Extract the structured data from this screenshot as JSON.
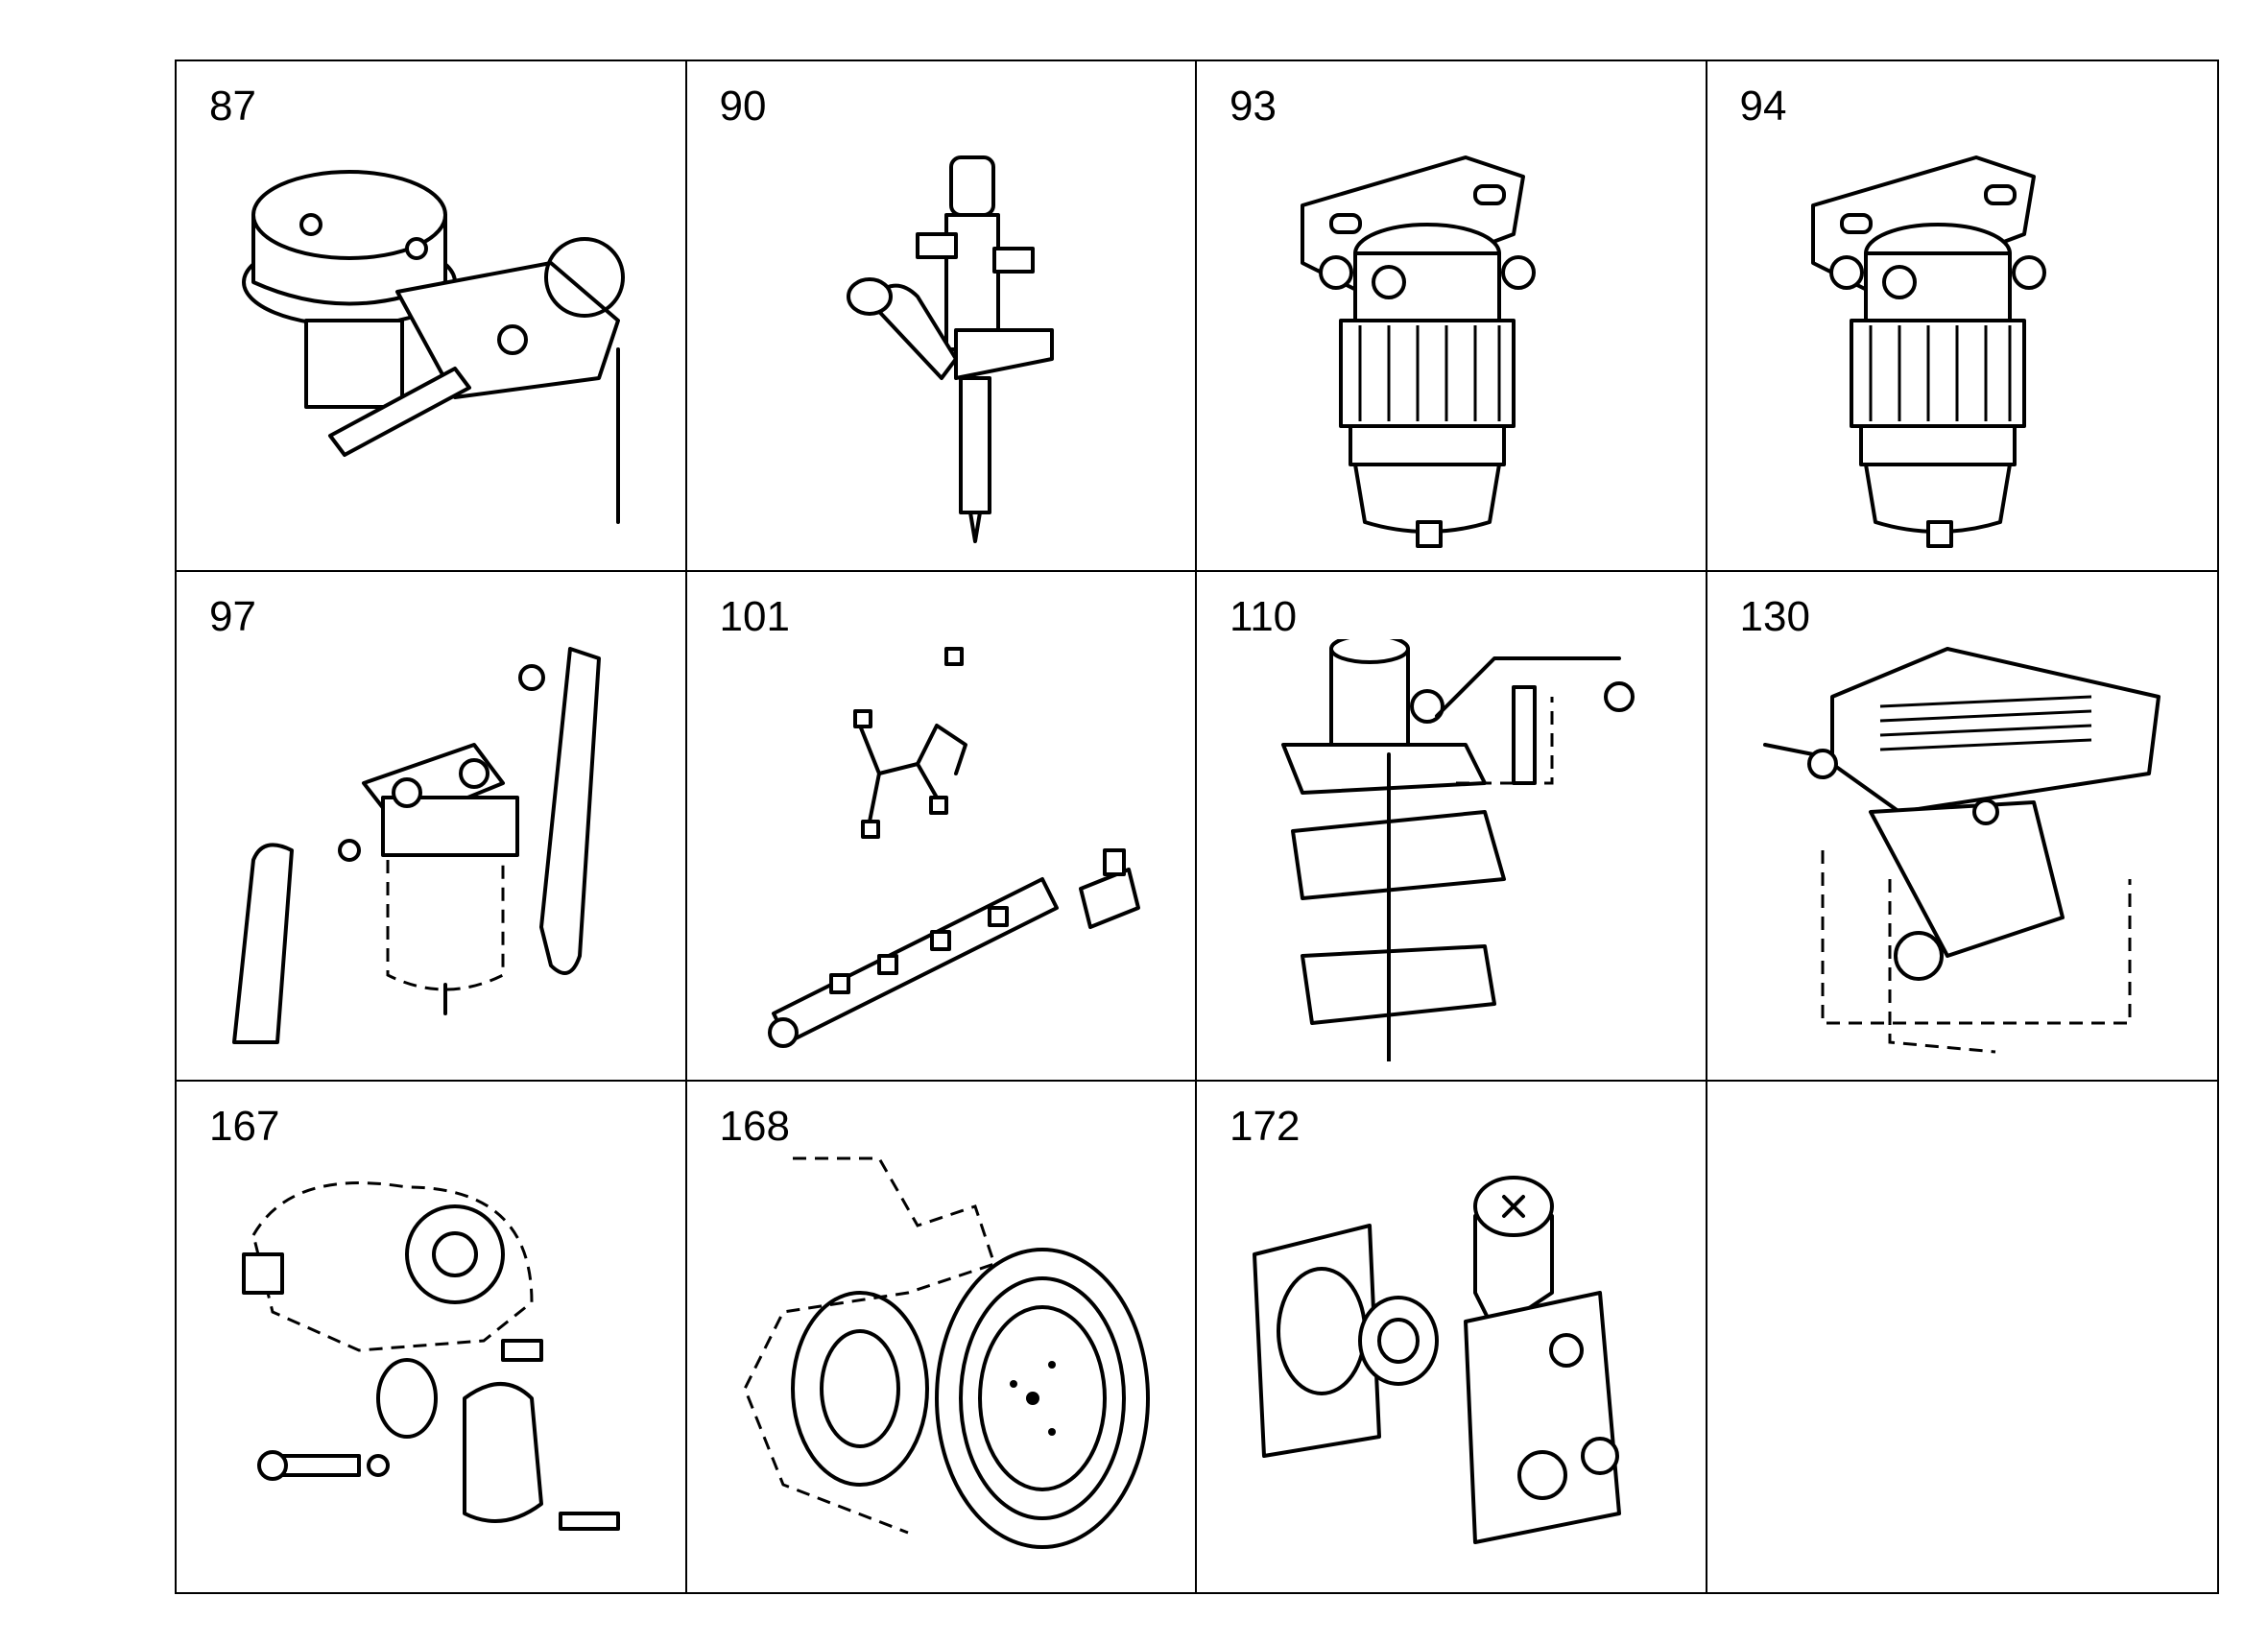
{
  "parts": [
    {
      "number": "87",
      "icon": "fuel-lift-pump-icon"
    },
    {
      "number": "90",
      "icon": "fuel-injector-icon"
    },
    {
      "number": "93",
      "icon": "fuel-filter-assembly-icon"
    },
    {
      "number": "94",
      "icon": "fuel-filter-assembly-icon"
    },
    {
      "number": "97",
      "icon": "fuel-filter-with-hoses-icon"
    },
    {
      "number": "101",
      "icon": "fuel-rail-and-pipes-icon"
    },
    {
      "number": "110",
      "icon": "thermostat-housing-icon"
    },
    {
      "number": "130",
      "icon": "oil-cooler-icon"
    },
    {
      "number": "167",
      "icon": "water-outlet-elbow-icon"
    },
    {
      "number": "168",
      "icon": "water-pump-pulley-icon"
    },
    {
      "number": "172",
      "icon": "thermostat-and-housing-icon"
    },
    {
      "number": "",
      "icon": ""
    }
  ]
}
